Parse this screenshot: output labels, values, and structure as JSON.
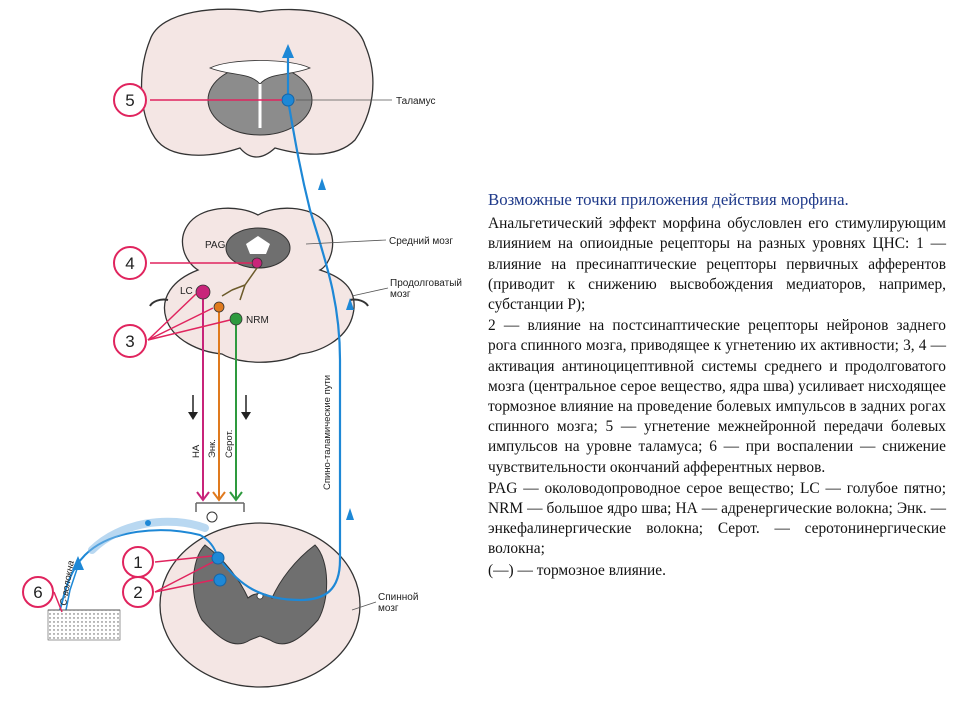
{
  "diagram": {
    "labels": {
      "thalamus": "Таламус",
      "midbrain": "Средний мозг",
      "medulla": "Продолговатый мозг",
      "spinal_cord": "Спинной мозг",
      "pag": "PAG",
      "lc": "LC",
      "nrm": "NRM",
      "tract": "Спино-таламические пути",
      "fibers_na": "НА",
      "fibers_enk": "Энк.",
      "fibers_sero": "Серот.",
      "c_fibers": "C-волокна"
    },
    "markers": [
      "5",
      "4",
      "3",
      "1",
      "2",
      "6"
    ],
    "colors": {
      "pathway": "#1e88d6",
      "marker": "#e0245e",
      "lc_fiber": "#c8247a",
      "enk_fiber": "#e07a1e",
      "sero_fiber": "#2e9a3e",
      "gray_matter": "#707070",
      "tissue": "#f4e6e4"
    }
  },
  "text": {
    "title": "Возможные точки приложения действия морфина.",
    "paragraphs": [
      "Анальгетический эффект морфина обусловлен его стимулирующим влиянием на опиоидные рецепторы на разных уровнях ЦНС: 1 — влияние на пресинаптические рецепторы первичных афферентов (приводит к снижению высвобождения медиаторов, например, субстанции Р);",
      "2 — влияние на постсинаптические рецепторы нейронов заднего рога спинного мозга, приводящее к угнетению их активности; 3, 4 — активация антиноцицептивной системы среднего и продолговатого мозга (центральное серое вещество, ядра шва) усиливает нисходящее тормозное влияние на проведение болевых импульсов в задних рогах спинного мозга; 5 — угнетение межнейронной передачи болевых импульсов на уровне таламуса; 6 — при воспалении — снижение чувствительности окончаний афферентных нервов.",
      "PAG — околоводопроводное серое вещество; LC — голубое пятно; NRM — большое ядро шва; НА — адренергические волокна; Энк. — энкефалинергические волокна; Серот. — серотонинергические волокна;",
      "(—) — тормозное влияние."
    ]
  }
}
